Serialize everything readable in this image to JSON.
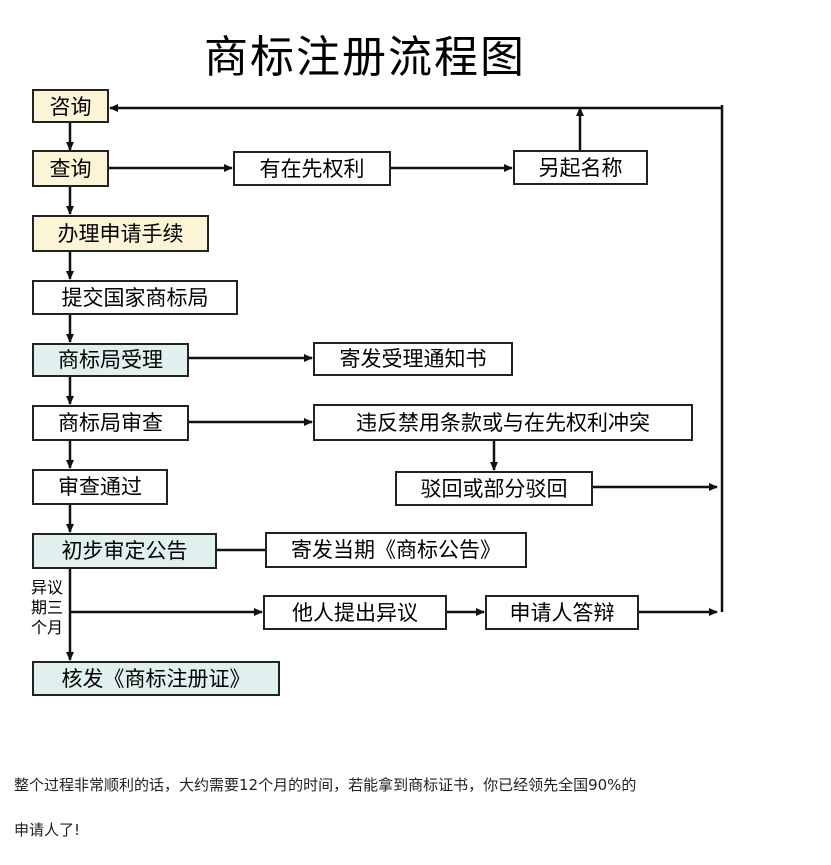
{
  "title": "商标注册流程图",
  "colors": {
    "yellow": "#fbf5d6",
    "teal": "#e0f0ee",
    "white": "#ffffff"
  },
  "nodes": {
    "consult": "咨询",
    "search": "查询",
    "prior": "有在先权利",
    "rename": "另起名称",
    "apply": "办理申请手续",
    "submit": "提交国家商标局",
    "accept": "商标局受理",
    "notice": "寄发受理通知书",
    "review": "商标局审查",
    "violate": "违反禁用条款或与在先权利冲突",
    "pass": "审查通过",
    "reject": "驳回或部分驳回",
    "announce": "初步审定公告",
    "gazette": "寄发当期《商标公告》",
    "objection": "他人提出异议",
    "defense": "申请人答辩",
    "certificate": "核发《商标注册证》"
  },
  "side_label": [
    "异议",
    "期三",
    "个月"
  ],
  "caption": {
    "line1": "整个过程非常顺利的话，大约需要12个月的时间，若能拿到商标证书，你已经领先全国90%的",
    "line2": "申请人了!"
  }
}
